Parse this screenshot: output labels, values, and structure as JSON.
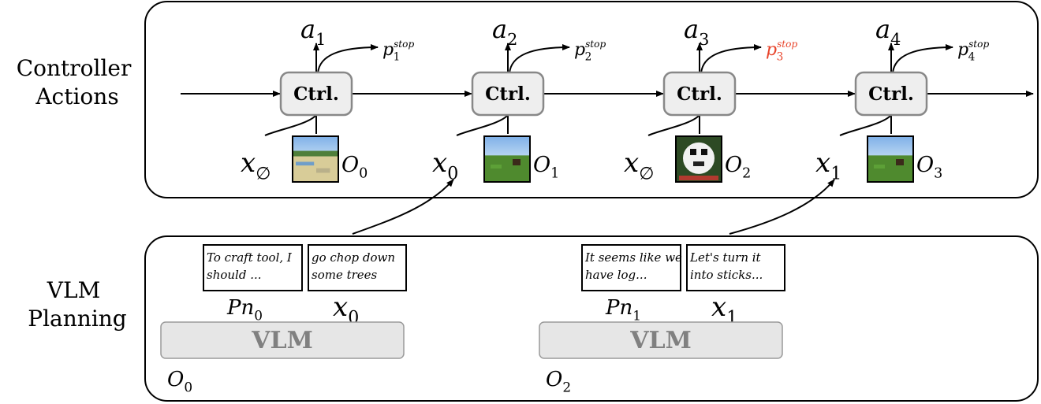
{
  "sections": {
    "controller": "Controller\nActions",
    "planning": "VLM\nPlanning"
  },
  "controller": {
    "box_label": "Ctrl.",
    "steps": [
      {
        "action": "a",
        "action_sub": "1",
        "stop_base": "p",
        "stop_sub": "1",
        "stop_sup": "stop",
        "stop_color": "#000000",
        "input": "x",
        "input_sub": "∅",
        "obs": "O",
        "obs_sub": "0",
        "thumb": "beach-scene"
      },
      {
        "action": "a",
        "action_sub": "2",
        "stop_base": "p",
        "stop_sub": "2",
        "stop_sup": "stop",
        "stop_color": "#000000",
        "input": "x",
        "input_sub": "0",
        "obs": "O",
        "obs_sub": "1",
        "thumb": "grass-scene"
      },
      {
        "action": "a",
        "action_sub": "3",
        "stop_base": "p",
        "stop_sub": "3",
        "stop_sup": "stop",
        "stop_color": "#e8432a",
        "input": "x",
        "input_sub": "∅",
        "obs": "O",
        "obs_sub": "2",
        "thumb": "skull-scene"
      },
      {
        "action": "a",
        "action_sub": "4",
        "stop_base": "p",
        "stop_sub": "4",
        "stop_sup": "stop",
        "stop_color": "#000000",
        "input": "x",
        "input_sub": "1",
        "obs": "O",
        "obs_sub": "3",
        "thumb": "grass-scene"
      }
    ]
  },
  "planning": {
    "vlm_label": "VLM",
    "blocks": [
      {
        "thought_line1": "To craft tool, I",
        "thought_line2": "should ...",
        "answer_line1": "go chop down",
        "answer_line2": "some trees",
        "pn": "Pn",
        "pn_sub": "0",
        "x": "x",
        "x_sub": "0",
        "obs": "O",
        "obs_sub": "0"
      },
      {
        "thought_line1": "It seems like we",
        "thought_line2": "have log...",
        "answer_line1": "Let's turn it",
        "answer_line2": "into sticks...",
        "pn": "Pn",
        "pn_sub": "1",
        "x": "x",
        "x_sub": "1",
        "obs": "O",
        "obs_sub": "2"
      }
    ]
  },
  "colors": {
    "ctrl_fill": "#eeeeee",
    "ctrl_stroke": "#888888",
    "vlm_fill": "#e6e6e6",
    "vlm_text": "#808080",
    "highlight": "#e8432a"
  }
}
